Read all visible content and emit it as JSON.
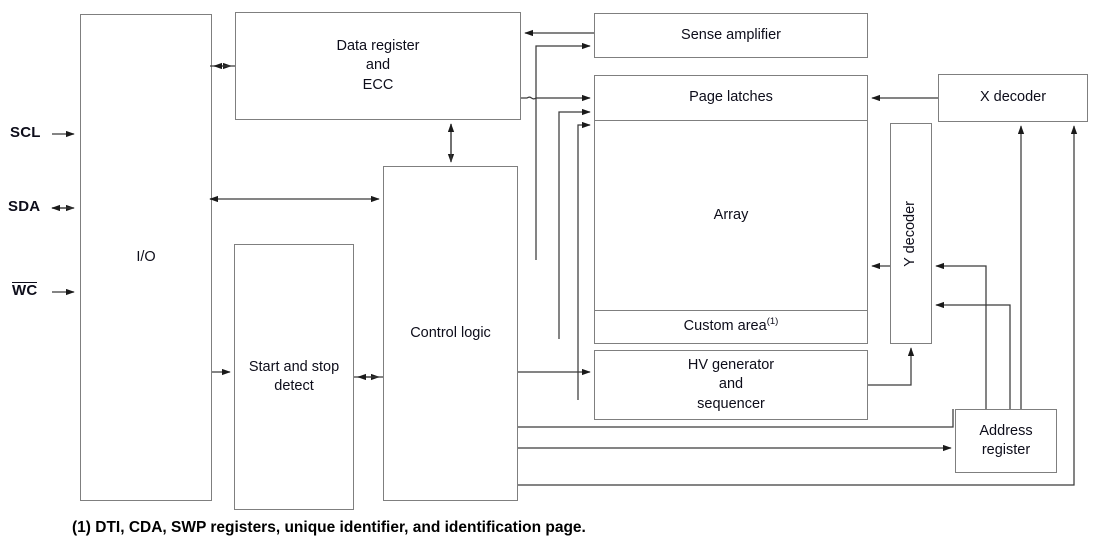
{
  "diagram": {
    "title": "Memory device block diagram",
    "line_color": "#7f7f7f",
    "arrow_color": "#1a1a1a",
    "text_color": "#0d0d1a",
    "background": "#ffffff"
  },
  "pins": [
    {
      "id": "scl",
      "label": "SCL",
      "overline": false,
      "direction": "input"
    },
    {
      "id": "sda",
      "label": "SDA",
      "overline": false,
      "direction": "bidirectional"
    },
    {
      "id": "wc",
      "label": "WC",
      "overline": true,
      "direction": "input"
    }
  ],
  "blocks": {
    "io": {
      "label": "I/O"
    },
    "data_register": {
      "line1": "Data register",
      "line2": "and",
      "line3": "ECC"
    },
    "start_stop": {
      "line1": "Start and stop",
      "line2": "detect"
    },
    "control_logic": {
      "label": "Control logic"
    },
    "sense_amplifier": {
      "label": "Sense amplifier"
    },
    "page_latches": {
      "label": "Page latches"
    },
    "array": {
      "label": "Array"
    },
    "custom_area": {
      "label": "Custom area",
      "footnote_marker": "(1)"
    },
    "hv_generator": {
      "line1": "HV generator",
      "line2": "and",
      "line3": "sequencer"
    },
    "x_decoder": {
      "label": "X decoder"
    },
    "y_decoder": {
      "label": "Y decoder"
    },
    "address_register": {
      "line1": "Address",
      "line2": "register"
    }
  },
  "footnote": {
    "text": "(1) DTI, CDA, SWP registers, unique identifier, and identification page."
  }
}
